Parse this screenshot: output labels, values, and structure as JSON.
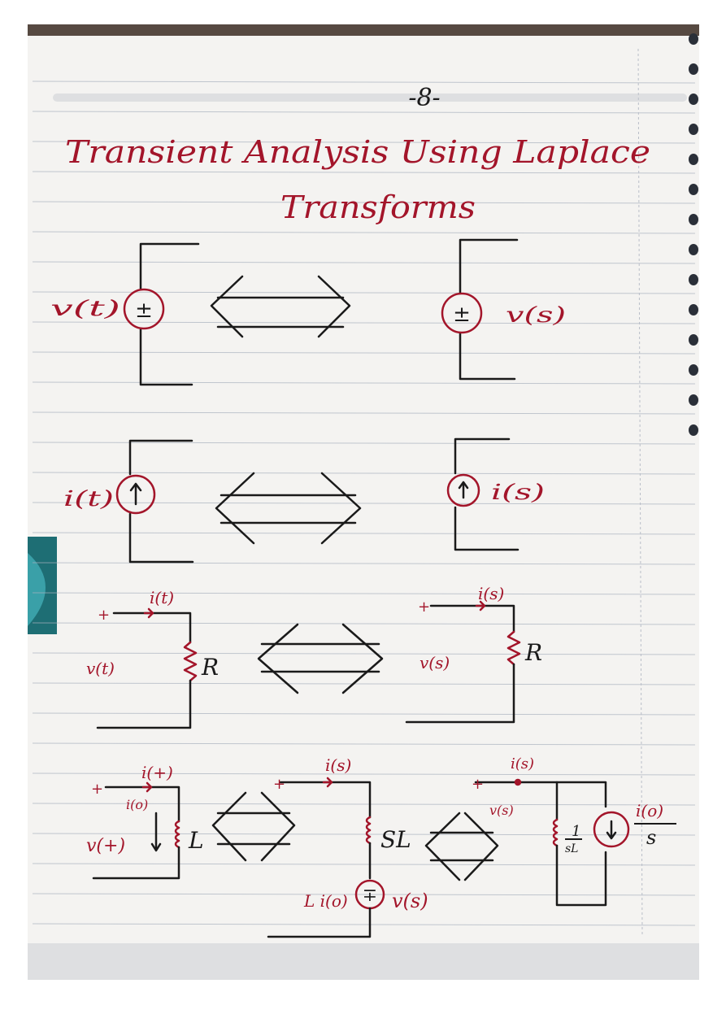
{
  "page_number": "-8-",
  "title_line1": "Transient Analysis Using Laplace",
  "title_line2": "Transforms",
  "colors": {
    "ink": "#1a1a1a",
    "red": "#a3152a",
    "paper": "#f4f3f1",
    "rule": "#9aa3b0",
    "spiral": "#2a2f38"
  },
  "row1": {
    "left": "v(t)",
    "right": "v(s)",
    "symbol": "±"
  },
  "row2": {
    "left": "i(t)",
    "right": "i(s)"
  },
  "row3": {
    "left_current": "i(t)",
    "left_voltage": "v(t)",
    "left_element": "R",
    "right_current": "i(s)",
    "right_voltage": "v(s)",
    "right_element": "R",
    "plus": "+"
  },
  "row4": {
    "left_current": "i(+)",
    "left_initial": "i(o)",
    "left_voltage": "v(+)",
    "left_element": "L",
    "mid_current": "i(s)",
    "mid_element": "SL",
    "mid_source_label": "L i(o)",
    "mid_voltage": "v(s)",
    "mid_source_symbol": "∓",
    "right_current": "i(s)",
    "right_voltage": "v(s)",
    "frac1_num": "1",
    "frac1_den": "sL",
    "frac2_num": "i(o)",
    "frac2_den": "s",
    "plus": "+"
  }
}
